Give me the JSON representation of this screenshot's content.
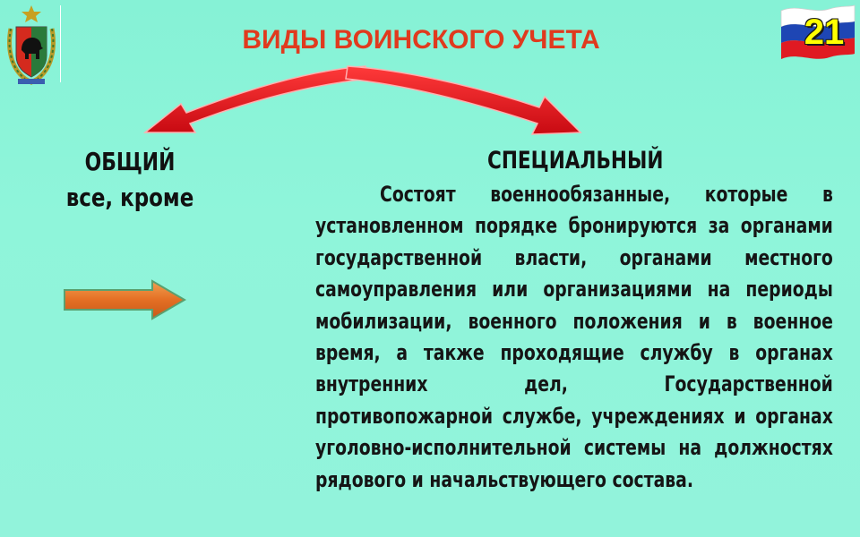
{
  "header": {
    "title": "ВИДЫ ВОИНСКОГО УЧЕТА",
    "slide_number": "21"
  },
  "general": {
    "heading": "ОБЩИЙ",
    "subtitle": "все, кроме"
  },
  "special": {
    "heading": "СПЕЦИАЛЬНЫЙ",
    "text": "Состоят военнообязанные, которые в установленном порядке бронируются за органами государственной власти, органами местного самоуправления или организациями на периоды мобилизации, военного положения и в военное время, а также проходящие службу в органах внутренних дел, Государственной противопожарной службе, учреждениях и органах уголовно-исполнительной системы на должностях рядового и начальствующего состава."
  },
  "colors": {
    "background": "#8ff5da",
    "title": "#e03a1e",
    "arrow_red": "#e8121a",
    "small_arrow": "#e87a2a",
    "slide_number": "#ffff00",
    "body_text": "#151515"
  },
  "icons": {
    "emblem": "karelia-coat-of-arms-icon",
    "flag": "russian-flag-icon",
    "split_arrows": "double-curved-arrow-icon",
    "pointer": "right-arrow-icon"
  }
}
